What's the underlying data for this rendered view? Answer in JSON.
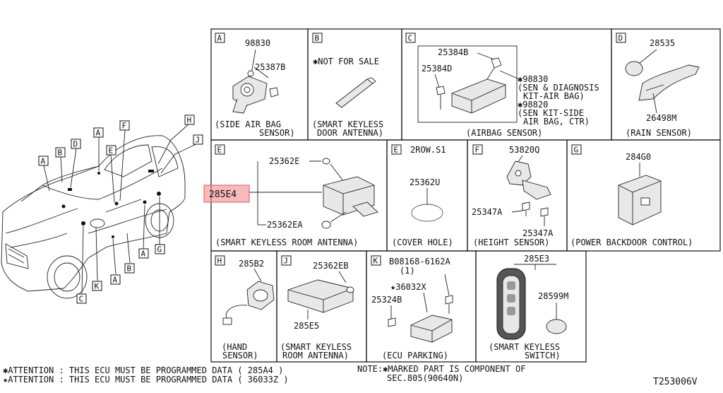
{
  "diagram_id": "T253006V",
  "panels": {
    "A": {
      "letter": "A",
      "parts": [
        "98830",
        "25387B"
      ],
      "caption1": "(SIDE AIR BAG",
      "caption2": "SENSOR)"
    },
    "B": {
      "letter": "B",
      "note": "✱NOT FOR SALE",
      "caption1": "(SMART KEYLESS",
      "caption2": "DOOR ANTENNA)"
    },
    "C": {
      "letter": "C",
      "parts": [
        "25384B",
        "25384D"
      ],
      "note_lines": [
        "✱98830",
        "(SEN & DIAGNOSIS",
        "KIT-AIR BAG)",
        "✱98820",
        "(SEN KIT-SIDE",
        "AIR BAG, CTR)"
      ],
      "caption": "(AIRBAG SENSOR)"
    },
    "D": {
      "letter": "D",
      "parts": [
        "28535",
        "26498M"
      ],
      "caption": "(RAIN SENSOR)"
    },
    "E1": {
      "letter": "E",
      "parts": [
        "25362E",
        "285E4",
        "25362EA"
      ],
      "caption": "(SMART KEYLESS ROOM ANTENNA)"
    },
    "E2": {
      "letter": "E",
      "title": "2ROW.S1",
      "parts": [
        "25362U"
      ],
      "caption": "(COVER HOLE)"
    },
    "F": {
      "letter": "F",
      "parts": [
        "53820Q",
        "25347A",
        "25347A"
      ],
      "caption": "(HEIGHT SENSOR)"
    },
    "G": {
      "letter": "G",
      "parts": [
        "284G0"
      ],
      "caption": "(POWER BACKDOOR CONTROL)"
    },
    "H": {
      "letter": "H",
      "parts": [
        "285B2"
      ],
      "caption1": "(HAND",
      "caption2": "SENSOR)"
    },
    "J": {
      "letter": "J",
      "parts": [
        "25362EB",
        "285E5"
      ],
      "caption1": "(SMART KEYLESS",
      "caption2": "ROOM ANTENNA)"
    },
    "K": {
      "letter": "K",
      "bolt": "B08168-6162A",
      "bolt_qty": "(1)",
      "parts": [
        "★36032X",
        "25324B"
      ],
      "caption": "(ECU PARKING)"
    },
    "L": {
      "parts": [
        "285E3",
        "28599M"
      ],
      "caption1": "(SMART KEYLESS",
      "caption2": "SWITCH)"
    }
  },
  "highlighted_part": "285E4",
  "car_callouts": [
    "A",
    "B",
    "D",
    "E",
    "F",
    "H",
    "J",
    "A",
    "G",
    "B",
    "A",
    "C",
    "K",
    "A"
  ],
  "footer": {
    "attention1": "✱ATTENTION : THIS ECU MUST BE PROGRAMMED DATA ( 285A4 )",
    "attention2": "★ATTENTION : THIS ECU MUST BE PROGRAMMED DATA ( 36033Z )",
    "note1": "NOTE:✱MARKED PART IS COMPONENT OF",
    "note2": "SEC.805(90640N)",
    "code": "T253006V"
  }
}
